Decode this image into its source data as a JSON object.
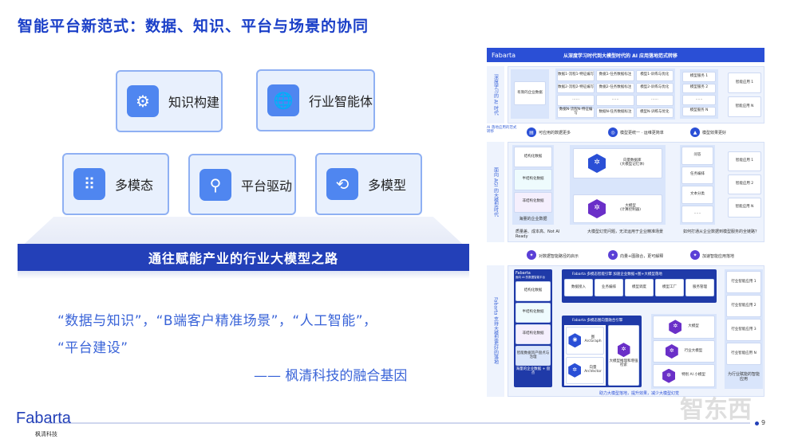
{
  "title": "智能平台新范式：数据、知识、平台与场景的协同",
  "cards": [
    {
      "label": "知识构建",
      "icon": "knowledge-network-icon"
    },
    {
      "label": "行业智能体",
      "icon": "globe-agent-icon"
    },
    {
      "label": "多模态",
      "icon": "multimodal-grid-icon"
    },
    {
      "label": "平台驱动",
      "icon": "platform-flow-icon"
    },
    {
      "label": "多模型",
      "icon": "multi-model-cycle-icon"
    }
  ],
  "banner": "通往赋能产业的行业大模型之路",
  "quote_line1": "“数据与知识”，“B端客户精准场景”，“人工智能”，",
  "quote_line2": "“平台建设”",
  "signature": "—— 枫清科技的融合基因",
  "footer": {
    "logo": "Fabarta",
    "logo_sub": "枫清科技",
    "page": "9",
    "watermark": "智东西"
  },
  "diagram": {
    "brand": "Fabarta",
    "header": "从深度学习时代到大模型时代的 AI 应用落地范式转移",
    "s1_label": "深度学习的 AI 时代",
    "s1_data": "有限的企业数据",
    "s1_grid": [
      "数据1-流程1-特征编写",
      "数据1-任务数据标注",
      "模型1-训练与优化",
      "数据2-流程2-特征编写",
      "数据2-任务数据标注",
      "模型2-训练与优化",
      "……",
      "……",
      "……",
      "数据N-流程N-特征编写",
      "数据N-任务数据标注",
      "模型N-训练与优化"
    ],
    "s1_services": [
      "模型服务 1",
      "模型服务 2",
      "……",
      "模型服务 N"
    ],
    "s1_apps": [
      "智能应用 1",
      "智能应用 N"
    ],
    "t1_label": "AI 落地应用的范式转移",
    "t1": [
      "可应用的数据更多",
      "模型更统一 · 运维更简单",
      "模型效果更好"
    ],
    "s2_label": "面向 AGI 的大模型时代",
    "s2_data": [
      "结构化数据",
      "半结构化数据",
      "非结构化数据"
    ],
    "s2_data_caption": "海量的企业数据",
    "s2_core": [
      {
        "t": "向量数据库",
        "s": "(大模型记忆体)"
      },
      {
        "t": "大模型",
        "s": "(计算控制器)"
      }
    ],
    "s2_tools": [
      "问答",
      "任务编排",
      "文本分类",
      "……"
    ],
    "s2_apps": [
      "智能应用 1",
      "智能应用 2",
      "智能应用 N"
    ],
    "s2_q": [
      "质量差、成本高、Not AI Ready",
      "大模型幻觉问题，无法运用于企业精准场景",
      "如何打通从企业数据到模型服务的全链路？"
    ],
    "t2": [
      "对数据智能路径的启示",
      "向量+图融合，更可解释",
      "加速智能应用落地"
    ],
    "s3_label": "Fabarta 支持大模型更好的落地",
    "s3_left_title": "Fabarta",
    "s3_left_sub": "面向 AI 的数据智能平台",
    "s3_left_data": [
      "结构化数据",
      "半结构化数据",
      "非结构化数据",
      "智能数据资产盘点与治理"
    ],
    "s3_left_caption": "海量的企业数据 + 盘点",
    "s3_top_title": "Fabarta 多模态智能引擎 加速企业数据+图+大模型落地",
    "s3_top_items": [
      "数据接入",
      "业务编排",
      "模型调度",
      "模型工厂",
      "服务管理"
    ],
    "s3_engine_title": "Fabarta 多模态图向量融合引擎",
    "s3_engine": [
      {
        "t": "图",
        "s": "ArcGraph"
      },
      {
        "t": "向量",
        "s": "ArcVector"
      }
    ],
    "s3_engine_right": "大模型推理和增强检索",
    "s3_models": [
      "大模型",
      "行业大模型",
      "特别 AI 小模型"
    ],
    "s3_apps": [
      "行业智能应用 1",
      "行业智能应用 2",
      "行业智能应用 3",
      "行业智能应用 N"
    ],
    "s3_apps_caption": "为行业赋能的智能应用",
    "s3_caption": "助力大模型落地，提升效果，减少大模型幻觉"
  },
  "colors": {
    "accent": "#2340b8",
    "card_bg": "#e8f0fd",
    "card_border": "#8fb0f3",
    "icon_bg": "#4f86f0",
    "purple": "#6a2fc8"
  }
}
